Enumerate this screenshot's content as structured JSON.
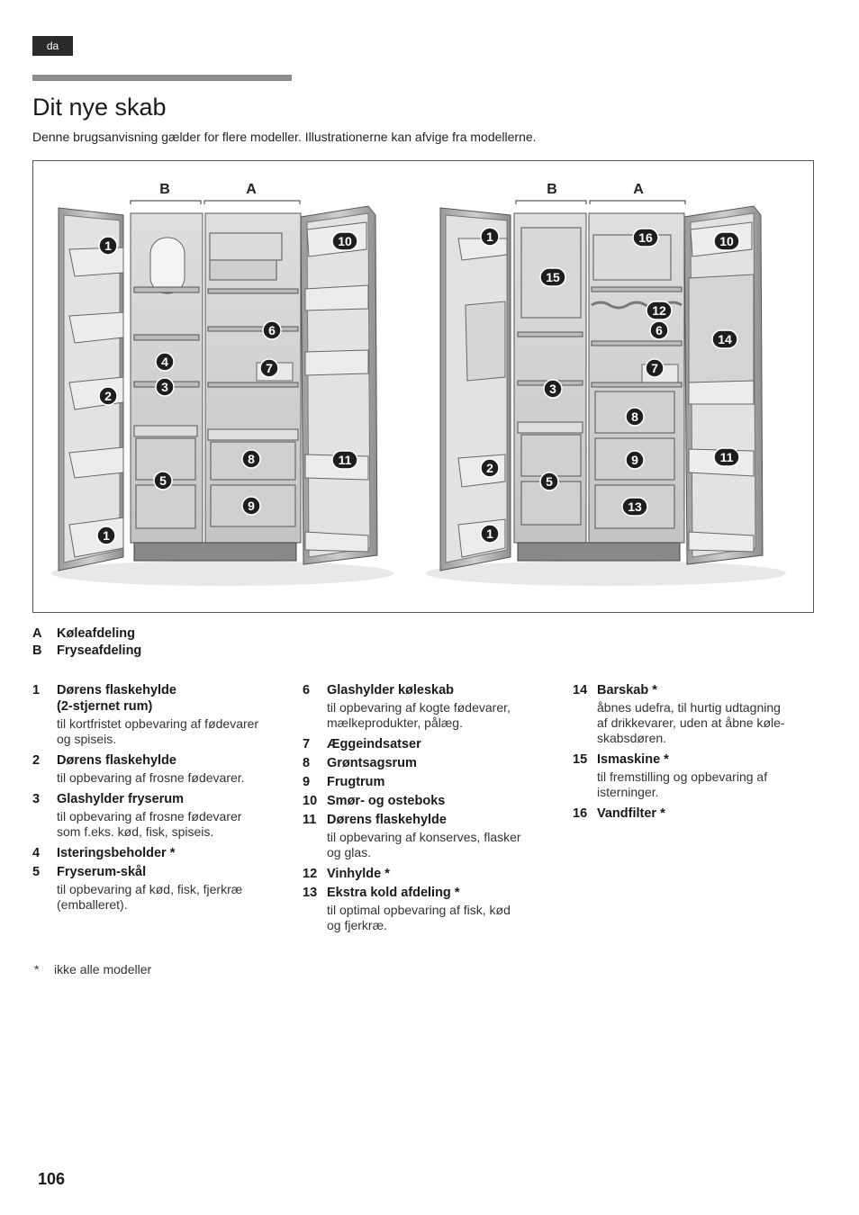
{
  "header": {
    "lang_tab": "da"
  },
  "title": "Dit nye skab",
  "intro": "Denne brugsanvisning gælder for flere modeller. Illustrationerne kan afvige fra modellerne.",
  "figure": {
    "left_labels": {
      "b": "B",
      "a": "A"
    },
    "right_labels": {
      "b": "B",
      "a": "A"
    },
    "left_callouts": [
      "1",
      "10",
      "6",
      "4",
      "7",
      "2",
      "3",
      "8",
      "11",
      "5",
      "9",
      "1"
    ],
    "right_callouts": [
      "1",
      "16",
      "10",
      "15",
      "12",
      "6",
      "14",
      "7",
      "3",
      "8",
      "2",
      "11",
      "5",
      "9",
      "13",
      "1"
    ]
  },
  "legend_ab": [
    {
      "key": "A",
      "label": "Køleafdeling"
    },
    {
      "key": "B",
      "label": "Fryseafdeling"
    }
  ],
  "items_col1": [
    {
      "num": "1",
      "title": "Dørens flaskehylde",
      "title2": "(2-stjernet rum)",
      "desc1": "til kortfristet opbevaring af fødevarer",
      "desc2": "og spiseis."
    },
    {
      "num": "2",
      "title": "Dørens flaskehylde",
      "title2": "",
      "desc1": "til opbevaring af frosne fødevarer.",
      "desc2": ""
    },
    {
      "num": "3",
      "title": "Glashylder fryserum",
      "title2": "",
      "desc1": "til opbevaring af frosne fødevarer",
      "desc2": "som f.eks. kød, fisk, spiseis."
    },
    {
      "num": "4",
      "title": "Isteringsbeholder *",
      "title2": "",
      "desc1": "",
      "desc2": ""
    },
    {
      "num": "5",
      "title": "Fryserum-skål",
      "title2": "",
      "desc1": "til opbevaring af kød, fisk, fjerkræ",
      "desc2": "(emballeret)."
    }
  ],
  "items_col2": [
    {
      "num": "6",
      "title": "Glashylder køleskab",
      "desc1": "til opbevaring af kogte fødevarer,",
      "desc2": "mælkeprodukter, pålæg."
    },
    {
      "num": "7",
      "title": "Æggeindsatser",
      "desc1": "",
      "desc2": ""
    },
    {
      "num": "8",
      "title": "Grøntsagsrum",
      "desc1": "",
      "desc2": ""
    },
    {
      "num": "9",
      "title": "Frugtrum",
      "desc1": "",
      "desc2": ""
    },
    {
      "num": "10",
      "title": "Smør- og osteboks",
      "desc1": "",
      "desc2": ""
    },
    {
      "num": "11",
      "title": "Dørens flaskehylde",
      "desc1": "til opbevaring af konserves, flasker",
      "desc2": "og glas."
    },
    {
      "num": "12",
      "title": "Vinhylde *",
      "desc1": "",
      "desc2": ""
    },
    {
      "num": "13",
      "title": "Ekstra kold afdeling *",
      "desc1": "til optimal opbevaring af fisk, kød",
      "desc2": "og fjerkræ."
    }
  ],
  "items_col3": [
    {
      "num": "14",
      "title": "Barskab *",
      "desc1": "åbnes udefra, til hurtig udtagning",
      "desc2": "af drikkevarer, uden at åbne køle-",
      "desc3": "skabsdøren."
    },
    {
      "num": "15",
      "title": "Ismaskine *",
      "desc1": "til fremstilling og opbevaring af",
      "desc2": "isterninger.",
      "desc3": ""
    },
    {
      "num": "16",
      "title": "Vandfilter *",
      "desc1": "",
      "desc2": "",
      "desc3": ""
    }
  ],
  "footnote": {
    "star": "*",
    "text": "ikke alle modeller"
  },
  "page_number": "106"
}
